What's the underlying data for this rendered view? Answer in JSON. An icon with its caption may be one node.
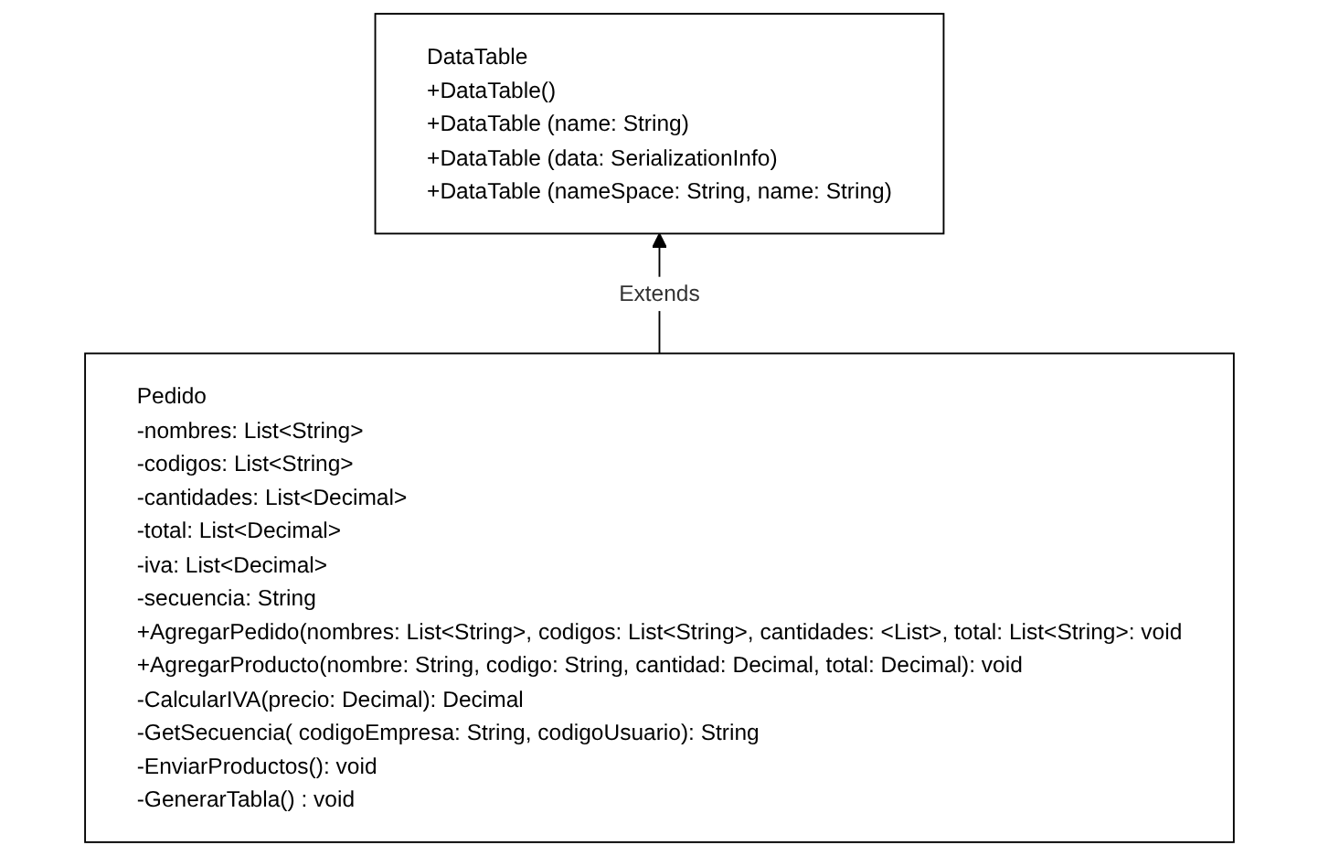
{
  "diagram": {
    "nodes": [
      {
        "text": [
          "DataTable",
          "+DataTable()",
          "+DataTable (name: String)",
          "+DataTable (data: SerializationInfo)",
          "+DataTable (nameSpace: String, name: String)"
        ]
      },
      {
        "text": [
          "Pedido",
          "-nombres: List<String>",
          "-codigos: List<String>",
          "-cantidades: List<Decimal>",
          "-total: List<Decimal>",
          "-iva: List<Decimal>",
          "-secuencia: String",
          "+AgregarPedido(nombres: List<String>, codigos: List<String>, cantidades: <List>, total: List<String>: void",
          "+AgregarProducto(nombre: String, codigo: String, cantidad: Decimal, total: Decimal): void",
          "-CalcularIVA(precio: Decimal): Decimal",
          "-GetSecuencia( codigoEmpresa: String, codigoUsuario): String",
          "-EnviarProductos(): void",
          "-GenerarTabla() : void"
        ]
      }
    ],
    "edges": [
      {
        "from": 1,
        "to": 0,
        "arrow": "to",
        "label": "Extends"
      }
    ]
  }
}
